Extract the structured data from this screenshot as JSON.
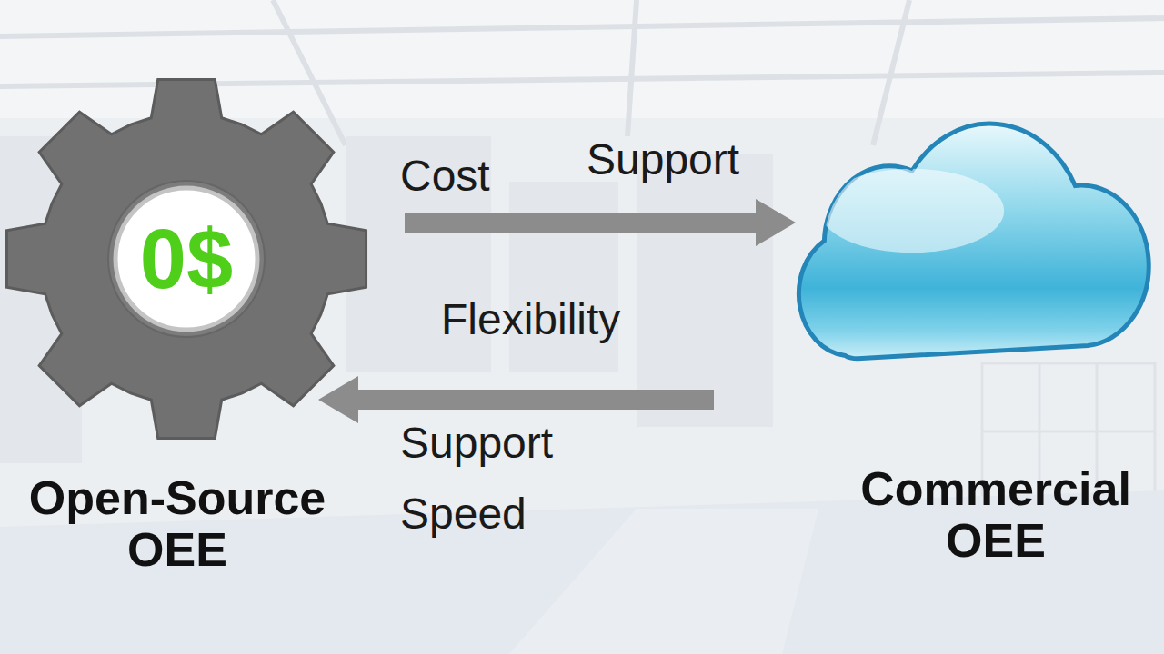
{
  "diagram": {
    "nodes": [
      {
        "text": [
          "0$",
          "Open-Source OEE"
        ]
      },
      {
        "text": [
          "Commercial OEE"
        ]
      }
    ],
    "edges": [
      {
        "from": 0,
        "to": 1,
        "arrow": "to",
        "label": "Cost"
      },
      {
        "from": 1,
        "to": 0,
        "arrow": "to",
        "label": "Flexibility"
      }
    ],
    "labels": [
      "Support",
      "Support",
      "Speed"
    ]
  }
}
